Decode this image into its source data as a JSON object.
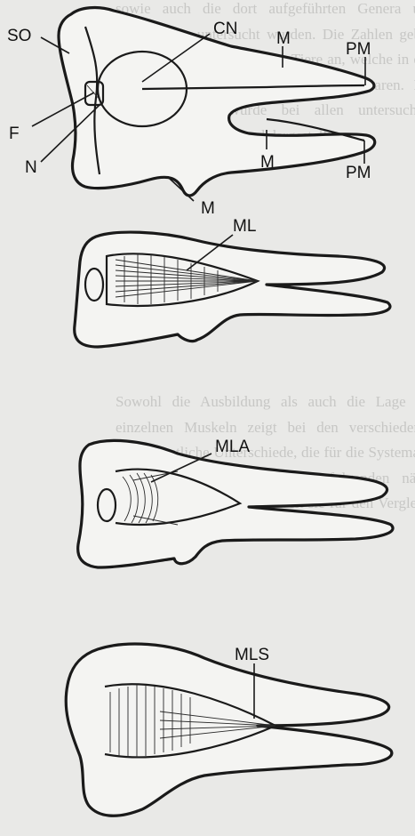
{
  "figure": {
    "panels": [
      {
        "id": "dorsal-view",
        "labels": {
          "so": "SO",
          "cn": "CN",
          "m_top": "M",
          "pm_top": "PM",
          "f": "F",
          "n": "N",
          "m_mid": "M",
          "pm_bottom": "PM",
          "m_bottom": "M"
        }
      },
      {
        "id": "muscle-ml",
        "labels": {
          "ml": "ML"
        }
      },
      {
        "id": "muscle-mla",
        "labels": {
          "mla": "MLA"
        }
      },
      {
        "id": "muscle-mls",
        "labels": {
          "mls": "MLS"
        }
      }
    ]
  },
  "background_text": [
    "sowie auch die dort aufgeführten Genera und Spezies, die untersucht wurden. Die Zahlen geben die Anzahl der untersuchten Tiere an, welche in den Sammlungen der Museen vorhanden waren. Die Kopfmuskulatur wurde bei allen untersuchten Formen beschrieben und dargestellt.",
    "Sowohl die Ausbildung als auch die Lage der einzelnen Muskeln zeigt bei den verschiedenen Arten deutliche Unterschiede, die für die Systematik von Bedeutung sind und im folgenden näher erläutert werden sollen, soweit sie für den Vergleich wichtig erscheinen."
  ]
}
